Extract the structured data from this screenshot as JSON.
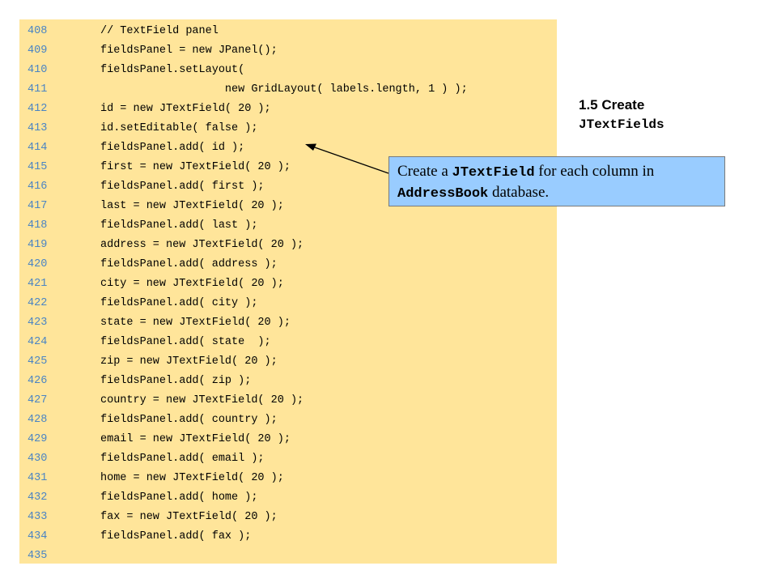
{
  "code": {
    "lines": [
      {
        "num": "408",
        "text": "// TextField panel"
      },
      {
        "num": "409",
        "text": "fieldsPanel = new JPanel();"
      },
      {
        "num": "410",
        "text": "fieldsPanel.setLayout("
      },
      {
        "num": "411",
        "text": "                   new GridLayout( labels.length, 1 ) );"
      },
      {
        "num": "412",
        "text": "id = new JTextField( 20 );"
      },
      {
        "num": "413",
        "text": "id.setEditable( false );"
      },
      {
        "num": "414",
        "text": "fieldsPanel.add( id );"
      },
      {
        "num": "415",
        "text": "first = new JTextField( 20 );"
      },
      {
        "num": "416",
        "text": "fieldsPanel.add( first );"
      },
      {
        "num": "417",
        "text": "last = new JTextField( 20 );"
      },
      {
        "num": "418",
        "text": "fieldsPanel.add( last );"
      },
      {
        "num": "419",
        "text": "address = new JTextField( 20 );"
      },
      {
        "num": "420",
        "text": "fieldsPanel.add( address );"
      },
      {
        "num": "421",
        "text": "city = new JTextField( 20 );"
      },
      {
        "num": "422",
        "text": "fieldsPanel.add( city );"
      },
      {
        "num": "423",
        "text": "state = new JTextField( 20 );"
      },
      {
        "num": "424",
        "text": "fieldsPanel.add( state  );"
      },
      {
        "num": "425",
        "text": "zip = new JTextField( 20 );"
      },
      {
        "num": "426",
        "text": "fieldsPanel.add( zip );"
      },
      {
        "num": "427",
        "text": "country = new JTextField( 20 );"
      },
      {
        "num": "428",
        "text": "fieldsPanel.add( country );"
      },
      {
        "num": "429",
        "text": "email = new JTextField( 20 );"
      },
      {
        "num": "430",
        "text": "fieldsPanel.add( email );"
      },
      {
        "num": "431",
        "text": "home = new JTextField( 20 );"
      },
      {
        "num": "432",
        "text": "fieldsPanel.add( home );"
      },
      {
        "num": "433",
        "text": "fax = new JTextField( 20 );"
      },
      {
        "num": "434",
        "text": "fieldsPanel.add( fax );"
      },
      {
        "num": "435",
        "text": ""
      }
    ]
  },
  "side": {
    "heading_line1": "1.5 Create",
    "heading_line2": "JTextFields"
  },
  "callout": {
    "part1": "Create a ",
    "part2": "JTextField",
    "part3": " for each column in ",
    "part4": "AddressBook",
    "part5": " database."
  },
  "colors": {
    "code_background": "#ffe59a",
    "line_number": "#4a84c4",
    "callout_background": "#99ccff"
  }
}
